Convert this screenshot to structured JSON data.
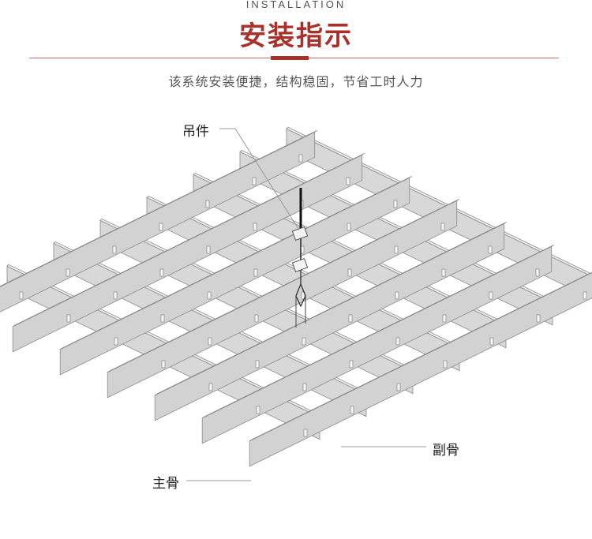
{
  "header": {
    "kicker": "INSTALLATION",
    "title": "安装指示",
    "subtitle": "该系统安装便捷，结构稳固，节省工时人力"
  },
  "labels": {
    "hanger": "吊件",
    "secondary_keel": "副骨",
    "main_keel": "主骨"
  },
  "colors": {
    "accent": "#a8322b",
    "rule": "#c86b62",
    "panel_face": "#d8d8d8",
    "panel_top": "#eeeeee",
    "edge": "#8a8a8a"
  }
}
